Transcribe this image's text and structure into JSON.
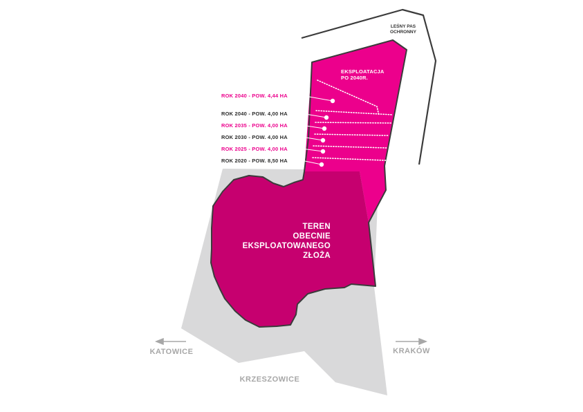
{
  "colors": {
    "background": "#ffffff",
    "surrounding_area": "#d9d9da",
    "future_exploitation": "#ec008c",
    "current_deposit": "#c6006f",
    "outline": "#3b3b3b",
    "highlight_label": "#ec008c",
    "dark_label": "#2b2b2b",
    "city_label": "#a7a7a7"
  },
  "labels": {
    "forest_line1": "LEŚNY PAS",
    "forest_line2": "OCHRONNY",
    "after2040_line1": "EKSPLOATACJA",
    "after2040_line2": "PO 2040R.",
    "current_line1": "TEREN",
    "current_line2": "OBECNIE",
    "current_line3": "EKSPLOATOWANEGO",
    "current_line4": "ZŁOŻA",
    "katowice": "KATOWICE",
    "krakow": "KRAKÓW",
    "krzeszowice": "KRZESZOWICE"
  },
  "phases": [
    {
      "text": "ROK 2040 - POW. 4,44 HA",
      "highlight": true
    },
    {
      "text": "ROK 2040 - POW. 4,00 HA",
      "highlight": false
    },
    {
      "text": "ROK 2035 - POW. 4,00 HA",
      "highlight": true
    },
    {
      "text": "ROK 2030 - POW. 4,00 HA",
      "highlight": false
    },
    {
      "text": "ROK 2025 - POW. 4,00 HA",
      "highlight": true
    },
    {
      "text": "ROK 2020 - POW. 8,50 HA",
      "highlight": false
    }
  ]
}
